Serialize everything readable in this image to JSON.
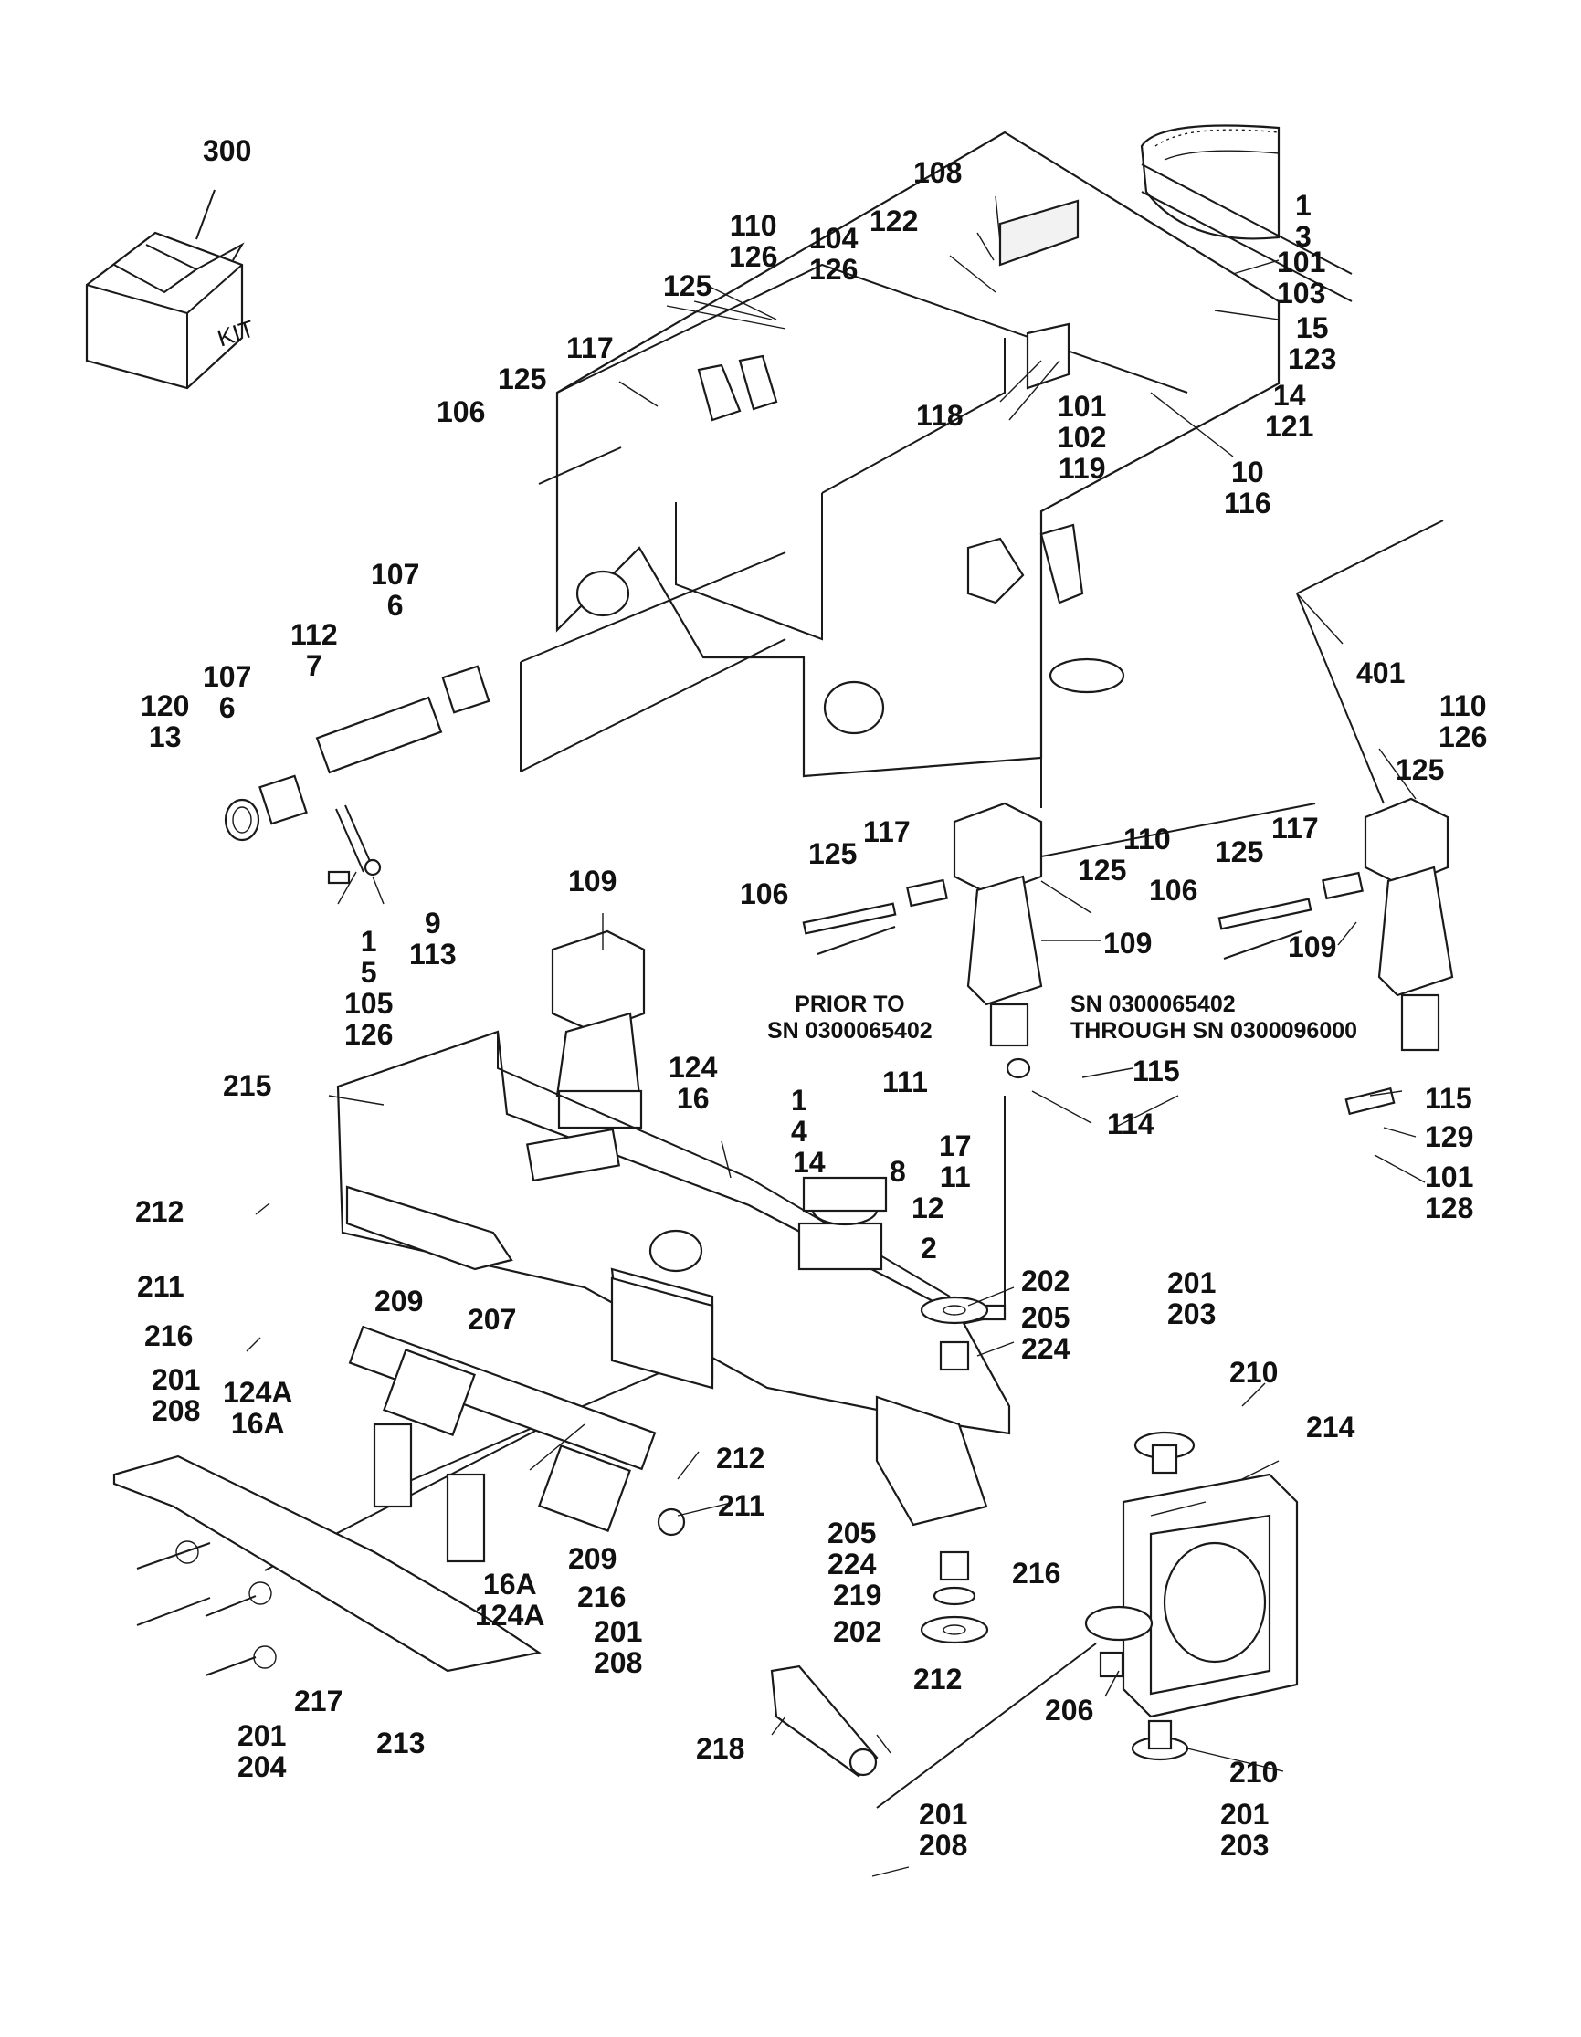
{
  "colors": {
    "ink": "#1a1a1a",
    "paper": "#ffffff"
  },
  "kit_box": {
    "label": "KIT"
  },
  "callouts": {
    "c300": [
      "300"
    ],
    "c108": [
      "108"
    ],
    "c110_126_top": [
      "110",
      "126"
    ],
    "c104_126": [
      "104",
      "126"
    ],
    "c122": [
      "122"
    ],
    "c125_top": [
      "125"
    ],
    "c1_3": [
      "1",
      "3"
    ],
    "c101_103": [
      "101",
      "103"
    ],
    "c15_123": [
      "15",
      "123"
    ],
    "c117_top": [
      "117"
    ],
    "c125_mid": [
      "125"
    ],
    "c106_top": [
      "106"
    ],
    "c118": [
      "118"
    ],
    "c101_102_119": [
      "101",
      "102",
      "119"
    ],
    "c14_121": [
      "14",
      "121"
    ],
    "c10_116": [
      "10",
      "116"
    ],
    "c107_6_a": [
      "107",
      "6"
    ],
    "c112_7": [
      "112",
      "7"
    ],
    "c107_6_b": [
      "107",
      "6"
    ],
    "c120_13": [
      "120",
      "13"
    ],
    "c401": [
      "401"
    ],
    "c110_126_right": [
      "110",
      "126"
    ],
    "c125_right": [
      "125"
    ],
    "c1_5_105_126": [
      "1",
      "5",
      "105",
      "126"
    ],
    "c9_113": [
      "9",
      "113"
    ],
    "c109_left": [
      "109"
    ],
    "c125_c": [
      "125"
    ],
    "c117_c": [
      "117"
    ],
    "c106_c": [
      "106"
    ],
    "c110_c": [
      "110"
    ],
    "c125_c2": [
      "125"
    ],
    "c109_c": [
      "109"
    ],
    "c125_r2": [
      "125"
    ],
    "c117_r": [
      "117"
    ],
    "c106_r": [
      "106"
    ],
    "c109_r": [
      "109"
    ],
    "c111": [
      "111"
    ],
    "c115_c": [
      "115"
    ],
    "c114": [
      "114"
    ],
    "c115_r": [
      "115"
    ],
    "c129": [
      "129"
    ],
    "c101_128": [
      "101",
      "128"
    ],
    "c215": [
      "215"
    ],
    "c124_16": [
      "124",
      "16"
    ],
    "c1_4": [
      "1",
      "4"
    ],
    "c14_mid": [
      "14"
    ],
    "c8": [
      "8"
    ],
    "c17_11": [
      "17",
      "11"
    ],
    "c12": [
      "12"
    ],
    "c2": [
      "2"
    ],
    "c212_a": [
      "212"
    ],
    "c211_a": [
      "211"
    ],
    "c209_a": [
      "209"
    ],
    "c207": [
      "207"
    ],
    "c216_a": [
      "216"
    ],
    "c201_208_a": [
      "201",
      "208"
    ],
    "c124A_16A_a": [
      "124A",
      "16A"
    ],
    "c202_top": [
      "202"
    ],
    "c205_224_top": [
      "205",
      "224"
    ],
    "c201_203_top": [
      "201",
      "203"
    ],
    "c210_top": [
      "210"
    ],
    "c214": [
      "214"
    ],
    "c212_b": [
      "212"
    ],
    "c211_b": [
      "211"
    ],
    "c209_b": [
      "209"
    ],
    "c216_b": [
      "216"
    ],
    "c201_208_b": [
      "201",
      "208"
    ],
    "c16A_124A_b": [
      "16A",
      "124A"
    ],
    "c205_224_bot": [
      "205",
      "224"
    ],
    "c219": [
      "219"
    ],
    "c202_bot": [
      "202"
    ],
    "c216_c": [
      "216"
    ],
    "c206": [
      "206"
    ],
    "c217": [
      "217"
    ],
    "c201_204": [
      "201",
      "204"
    ],
    "c213": [
      "213"
    ],
    "c212_c": [
      "212"
    ],
    "c218": [
      "218"
    ],
    "c201_208_c": [
      "201",
      "208"
    ],
    "c210_bot": [
      "210"
    ],
    "c201_203_bot": [
      "201",
      "203"
    ]
  },
  "notes": {
    "prior_to": [
      "PRIOR TO",
      "SN 0300065402"
    ],
    "sn_range": [
      "SN 0300065402",
      "THROUGH SN 0300096000"
    ]
  }
}
